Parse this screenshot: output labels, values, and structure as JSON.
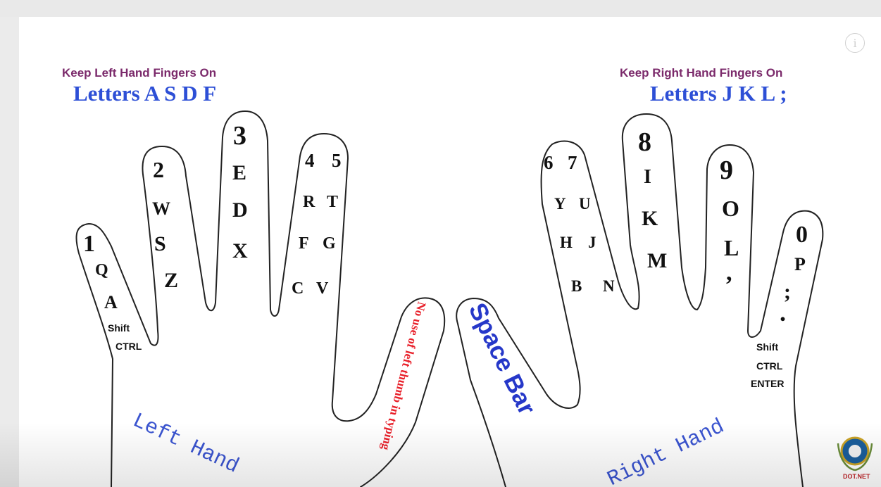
{
  "header_left": {
    "line1": "Keep Left Hand Fingers On",
    "line2": "Letters A S D F"
  },
  "header_right": {
    "line1": "Keep Right Hand Fingers On",
    "line2": "Letters J K L ;"
  },
  "info_button": {
    "label": "i"
  },
  "left_hand": {
    "label": "Left Hand",
    "pinky": {
      "number": "1",
      "keys": [
        "Q",
        "A"
      ],
      "modifiers": [
        "Shift",
        "CTRL"
      ]
    },
    "ring": {
      "number": "2",
      "keys": [
        "W",
        "S",
        "Z"
      ]
    },
    "middle": {
      "number": "3",
      "keys": [
        "E",
        "D",
        "X"
      ]
    },
    "index": {
      "numbers": [
        "4",
        "5"
      ],
      "rows": [
        [
          "R",
          "T"
        ],
        [
          "F",
          "G"
        ],
        [
          "C",
          "V"
        ]
      ]
    },
    "thumb": {
      "note": "No use of left thumb in typing"
    }
  },
  "right_hand": {
    "label": "Right Hand",
    "thumb": {
      "label": "Space Bar"
    },
    "index": {
      "numbers": [
        "6",
        "7"
      ],
      "rows": [
        [
          "Y",
          "U"
        ],
        [
          "H",
          "J"
        ],
        [
          "B",
          "N"
        ]
      ]
    },
    "middle": {
      "number": "8",
      "keys": [
        "I",
        "K",
        "M"
      ]
    },
    "ring": {
      "number": "9",
      "keys": [
        "O",
        "L",
        ","
      ]
    },
    "pinky": {
      "number": "0",
      "keys": [
        "P",
        ";",
        "."
      ],
      "modifiers": [
        "Shift",
        "CTRL",
        "ENTER"
      ]
    }
  },
  "logo": {
    "text": "DOT.NET"
  },
  "colors": {
    "header_small": "#7b2a6b",
    "header_large": "#2d4fd6",
    "hand_label": "#3b55d0",
    "no_thumb_note": "#e8202a",
    "space_bar": "#2638c9"
  }
}
